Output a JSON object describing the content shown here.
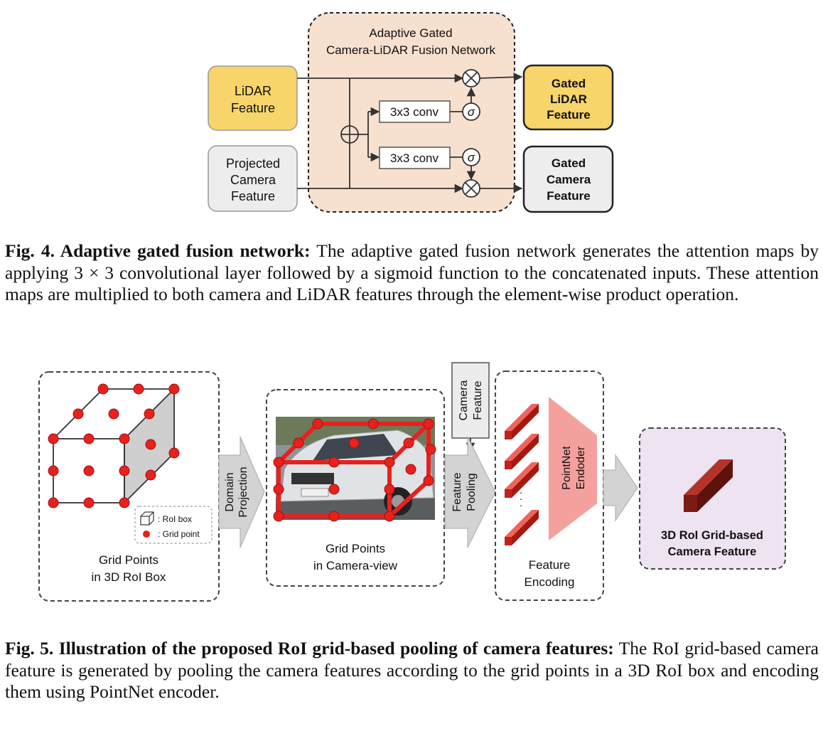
{
  "fig4": {
    "network_title_line1": "Adaptive Gated",
    "network_title_line2": "Camera-LiDAR Fusion Network",
    "lidar_input_line1": "LiDAR",
    "lidar_input_line2": "Feature",
    "camera_input_line1": "Projected",
    "camera_input_line2": "Camera",
    "camera_input_line3": "Feature",
    "conv_top": "3x3 conv",
    "conv_bottom": "3x3 conv",
    "sigma_symbol": "σ",
    "gated_lidar_line1": "Gated",
    "gated_lidar_line2": "LiDAR",
    "gated_lidar_line3": "Feature",
    "gated_camera_line1": "Gated",
    "gated_camera_line2": "Camera",
    "gated_camera_line3": "Feature",
    "caption_label": "Fig. 4. Adaptive gated fusion network:",
    "caption_text": " The adaptive gated fusion network generates the attention maps by applying 3 × 3 convolutional layer followed by a sigmoid function to the concatenated inputs. These attention maps are multiplied to both camera and LiDAR features through the element-wise product operation."
  },
  "fig5": {
    "legend_roi_box": ": RoI box",
    "legend_grid_point": ": Grid point",
    "panel1_line1": "Grid Points",
    "panel1_line2": "in 3D RoI Box",
    "arrow1_line1": "Domain",
    "arrow1_line2": "Projection",
    "panel2_line1": "Grid Points",
    "panel2_line2": "in Camera-view",
    "camera_feature_line1": "Camera",
    "camera_feature_line2": "Feature",
    "arrow2_line1": "Feature",
    "arrow2_line2": "Pooling",
    "encoder_line1": "PointNet",
    "encoder_line2": "Endoder",
    "vertical_dots": "·",
    "panel3_line1": "Feature",
    "panel3_line2": "Encoding",
    "output_line1": "3D RoI Grid-based",
    "output_line2": "Camera Feature",
    "caption_label": "Fig. 5. Illustration of the proposed RoI grid-based pooling of camera features:",
    "caption_text": " The RoI grid-based camera feature is generated by pooling the camera features according to the grid points in a 3D RoI box and encoding them using PointNet encoder."
  },
  "colors": {
    "lidar_fill": "#f7d56a",
    "camera_fill": "#ededed",
    "network_fill": "#f8e0cf",
    "grid_point": "#e8211c",
    "encoder_fill": "#f4a09c",
    "output_fill": "#eee3f1",
    "cuboid_dark": "#7a1b14"
  }
}
